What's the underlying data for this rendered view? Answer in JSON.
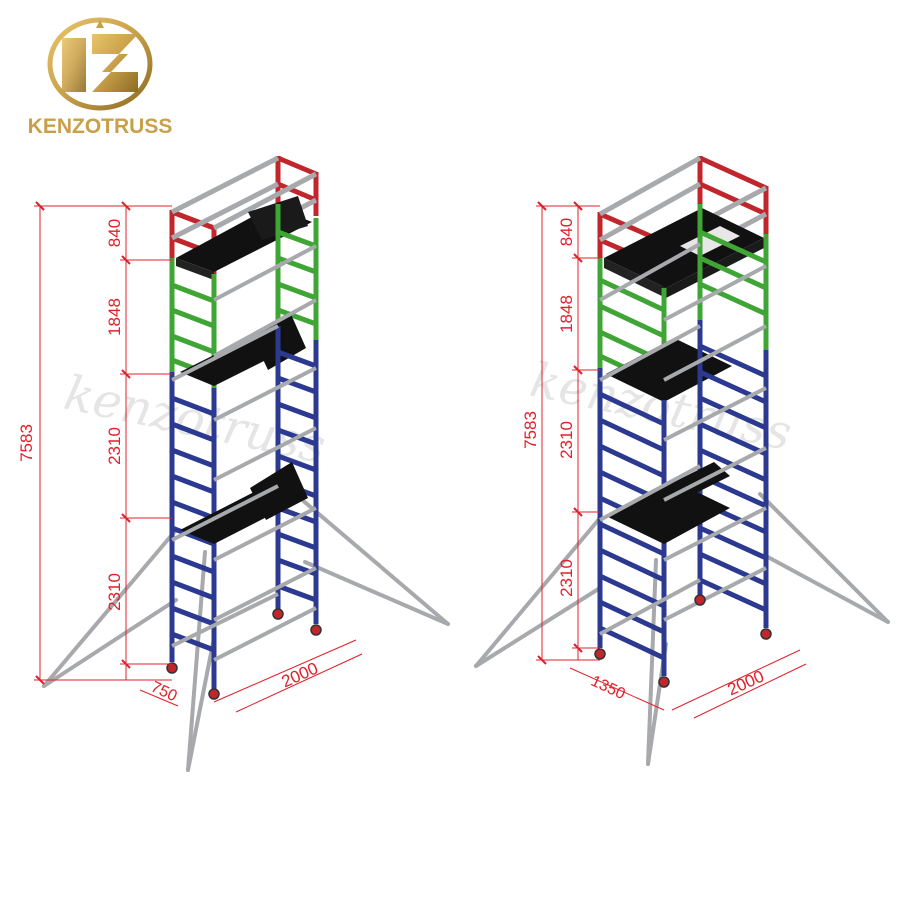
{
  "brand": {
    "name": "KENZOTRUSS",
    "logo_color": "#C8A04A",
    "logo_icon": "kz-monogram-icon"
  },
  "watermark": {
    "text": "kenzotruss"
  },
  "colors": {
    "top_section": "#C0262C",
    "middle_section": "#3FA535",
    "lower_section": "#2B3990",
    "braces": "#A7A9AC",
    "platforms": "#111111",
    "dimension_lines": "#E0202A"
  },
  "towers": [
    {
      "name": "tower-left",
      "total_height": "7583",
      "section_heights": [
        "840",
        "1848",
        "2310",
        "2310"
      ],
      "width": "750",
      "length": "2000"
    },
    {
      "name": "tower-right",
      "total_height": "7583",
      "section_heights": [
        "840",
        "1848",
        "2310",
        "2310"
      ],
      "width": "1350",
      "length": "2000"
    }
  ]
}
